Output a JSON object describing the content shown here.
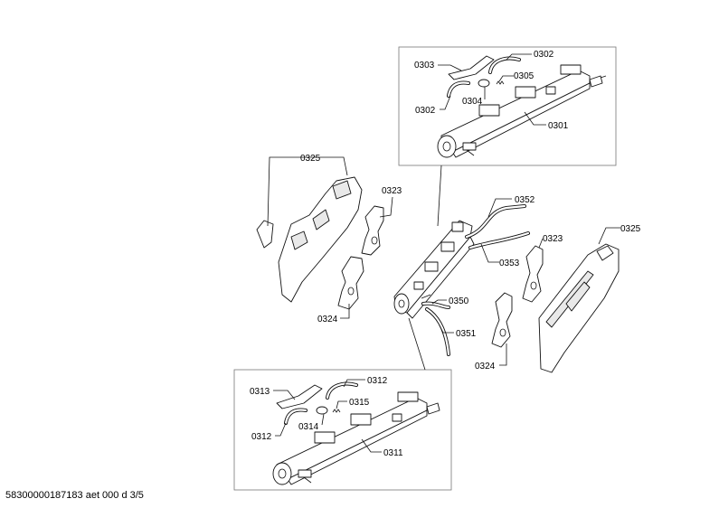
{
  "labels": {
    "l0303": "0303",
    "l0302a": "0302",
    "l0305": "0305",
    "l0304": "0304",
    "l0302b": "0302",
    "l0301": "0301",
    "l0325a": "0325",
    "l0323a": "0323",
    "l0324a": "0324",
    "l0352": "0352",
    "l0353": "0353",
    "l0350": "0350",
    "l0351": "0351",
    "l0323b": "0323",
    "l0324b": "0324",
    "l0325b": "0325",
    "l0313": "0313",
    "l0312a": "0312",
    "l0315": "0315",
    "l0314": "0314",
    "l0312b": "0312",
    "l0311": "0311"
  },
  "footer": "58300000187183 aet 000 d 3/5"
}
